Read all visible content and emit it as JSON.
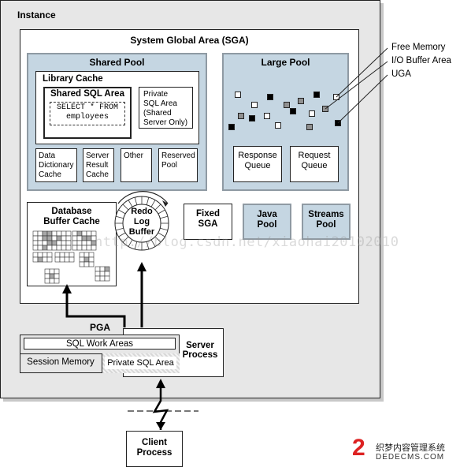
{
  "instance": {
    "label": "Instance"
  },
  "sga": {
    "label": "System Global Area (SGA)"
  },
  "shared_pool": {
    "label": "Shared Pool",
    "library_cache": {
      "label": "Library Cache",
      "shared_sql_area": {
        "label": "Shared SQL Area",
        "sql_line1": "SELECT * FROM",
        "sql_line2": "employees"
      },
      "private_sql_area": {
        "line1": "Private",
        "line2": "SQL Area",
        "line3": "(Shared",
        "line4": "Server Only)"
      }
    },
    "data_dictionary_cache": {
      "line1": "Data",
      "line2": "Dictionary",
      "line3": "Cache"
    },
    "server_result_cache": {
      "line1": "Server",
      "line2": "Result",
      "line3": "Cache"
    },
    "other": {
      "label": "Other"
    },
    "reserved_pool": {
      "line1": "Reserved",
      "line2": "Pool"
    }
  },
  "large_pool": {
    "label": "Large Pool",
    "response_queue": {
      "line1": "Response",
      "line2": "Queue"
    },
    "request_queue": {
      "line1": "Request",
      "line2": "Queue"
    }
  },
  "legend": {
    "free_memory": "Free Memory",
    "io_buffer_area": "I/O Buffer Area",
    "uga": "UGA"
  },
  "database_buffer_cache": {
    "line1": "Database",
    "line2": "Buffer Cache"
  },
  "redo_log_buffer": {
    "line1": "Redo",
    "line2": "Log",
    "line3": "Buffer"
  },
  "fixed_sga": {
    "line1": "Fixed",
    "line2": "SGA"
  },
  "java_pool": {
    "line1": "Java",
    "line2": "Pool"
  },
  "streams_pool": {
    "line1": "Streams",
    "line2": "Pool"
  },
  "pga": {
    "label": "PGA",
    "sql_work_areas": "SQL Work Areas",
    "session_memory": "Session Memory",
    "private_sql_area": "Private SQL Area"
  },
  "server_process": {
    "line1": "Server",
    "line2": "Process"
  },
  "client_process": {
    "line1": "Client",
    "line2": "Process"
  },
  "watermark": {
    "text": "http://blog.csdn.net/xiaohai20102010"
  },
  "logo": {
    "text": "织梦内容管理系统",
    "sub": "DEDECMS.COM"
  },
  "colors": {
    "pool_fill": "#c5d6e2",
    "pool_border": "#8f9aa3",
    "instance_fill": "#e7e7e7",
    "gray_block": "#909090"
  }
}
